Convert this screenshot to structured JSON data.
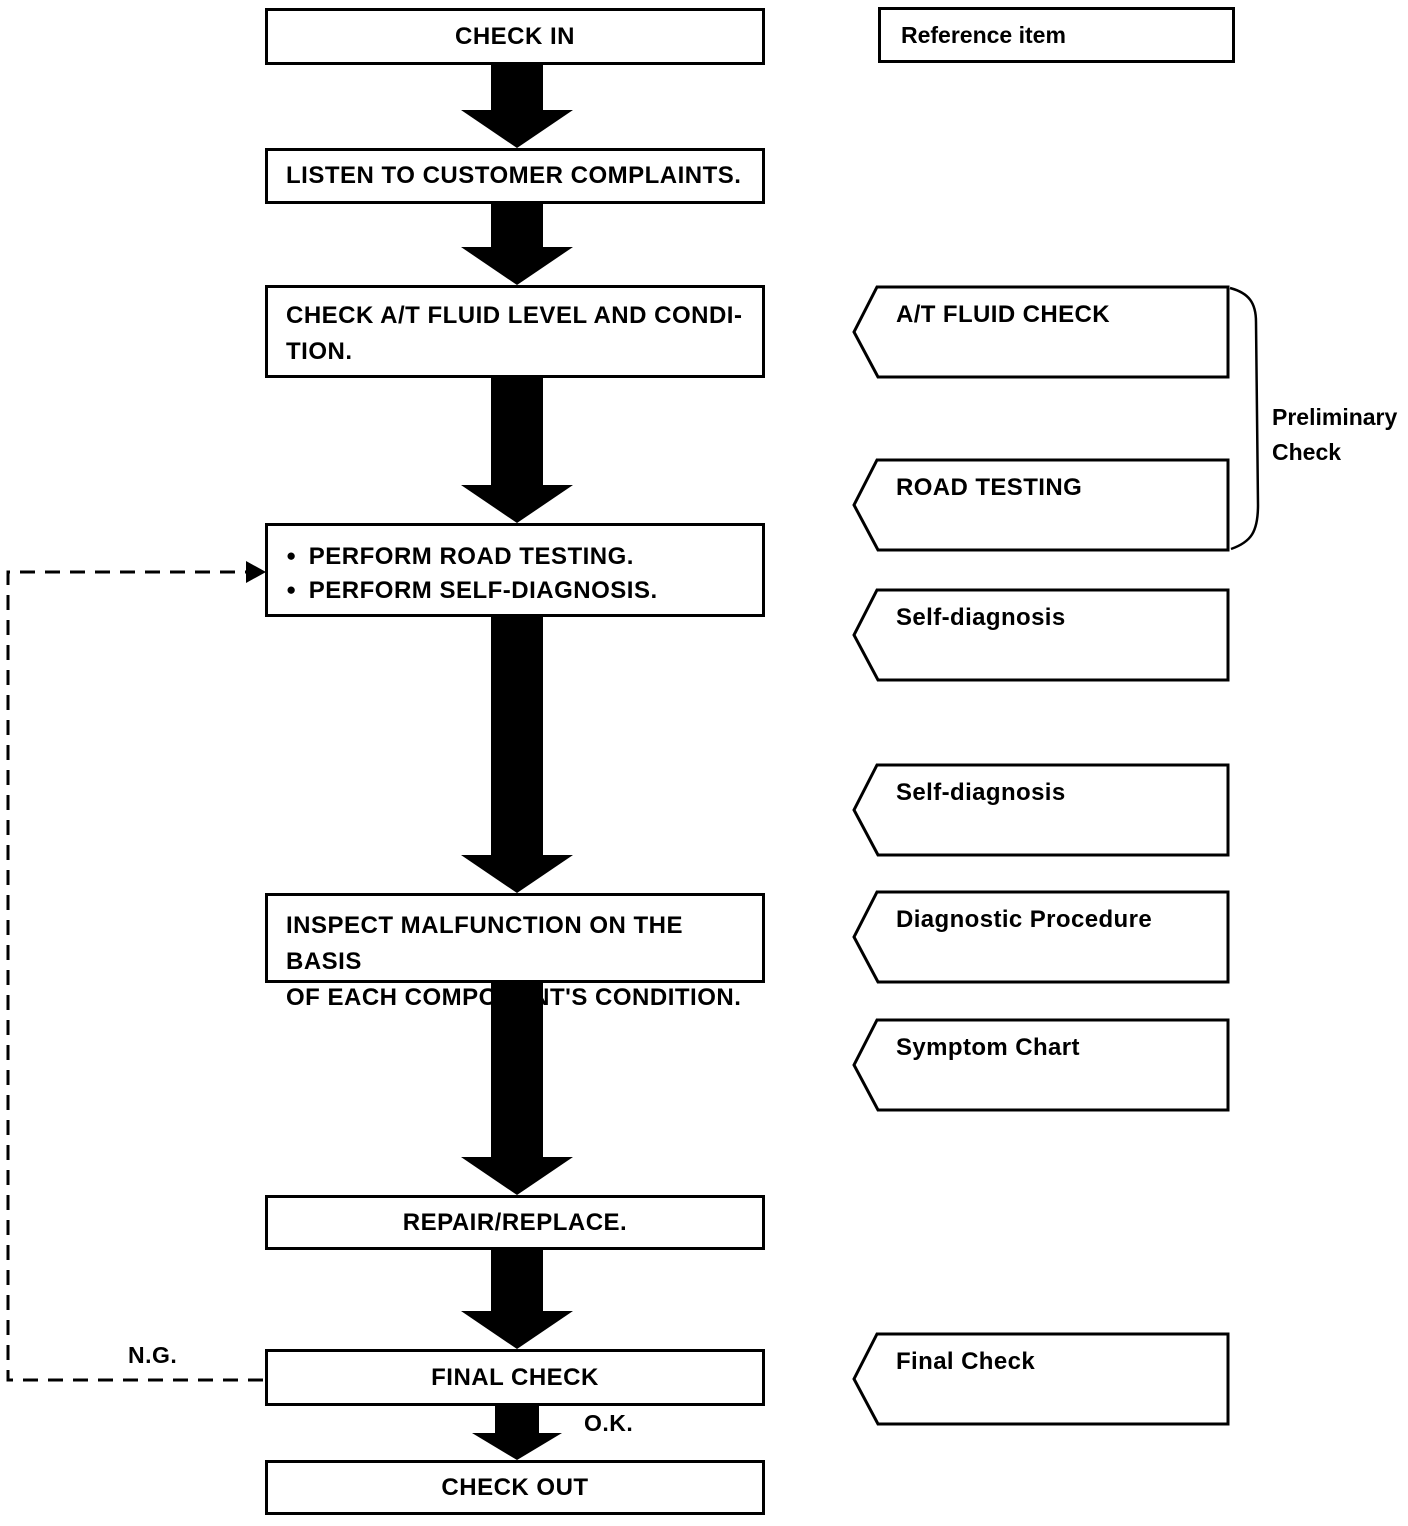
{
  "header": {
    "reference_item": "Reference item"
  },
  "steps": {
    "check_in": "CHECK IN",
    "listen": "LISTEN TO CUSTOMER COMPLAINTS.",
    "fluid_line1": "CHECK A/T FLUID LEVEL AND CONDI-",
    "fluid_line2": "TION.",
    "perform_bullet1": "PERFORM ROAD TESTING.",
    "perform_bullet2": "PERFORM SELF-DIAGNOSIS.",
    "inspect_line1": "INSPECT MALFUNCTION ON THE BASIS",
    "inspect_line2": "OF EACH COMPONENT'S CONDITION.",
    "repair": "REPAIR/REPLACE.",
    "final_check": "FINAL CHECK",
    "check_out": "CHECK OUT"
  },
  "references": {
    "at_fluid_check": "A/T FLUID CHECK",
    "road_testing": "ROAD TESTING",
    "self_diagnosis_1": "Self-diagnosis",
    "self_diagnosis_2": "Self-diagnosis",
    "diagnostic_procedure": "Diagnostic Procedure",
    "symptom_chart": "Symptom Chart",
    "final_check": "Final Check"
  },
  "annotations": {
    "preliminary_line1": "Preliminary",
    "preliminary_line2": "Check",
    "ng": "N.G.",
    "ok": "O.K.",
    "bullet_glyph": "●"
  },
  "colors": {
    "ink": "#000000",
    "paper": "#ffffff"
  }
}
